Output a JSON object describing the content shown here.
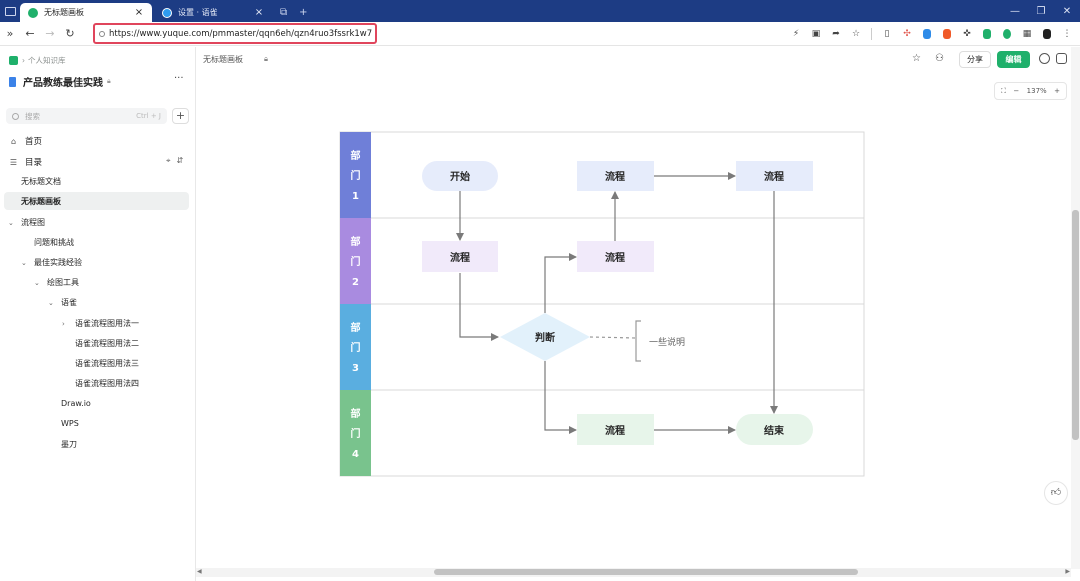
{
  "browser": {
    "tabs": [
      {
        "label": "无标题画板",
        "active": true
      },
      {
        "label": "设置 · 语雀",
        "active": false
      }
    ],
    "url": "https://www.yuque.com/pmmaster/qqn6eh/qzn4ruo3fssrk1w7"
  },
  "sidebar": {
    "breadcrumb": "个人知识库",
    "book_title": "产品教练最佳实践",
    "search_placeholder": "搜索",
    "search_shortcut": "Ctrl + J",
    "home": "首页",
    "toc": "目录",
    "items": [
      {
        "label": "无标题文档"
      },
      {
        "label": "无标题画板"
      },
      {
        "label": "流程图"
      },
      {
        "label": "问题和挑战"
      },
      {
        "label": "最佳实践经验"
      },
      {
        "label": "绘图工具"
      },
      {
        "label": "语雀"
      },
      {
        "label": "语雀流程图用法一"
      },
      {
        "label": "语雀流程图用法二"
      },
      {
        "label": "语雀流程图用法三"
      },
      {
        "label": "语雀流程图用法四"
      },
      {
        "label": "Draw.io"
      },
      {
        "label": "WPS"
      },
      {
        "label": "墨刀"
      }
    ]
  },
  "header": {
    "doc_title": "无标题画板",
    "share_label": "分享",
    "edit_label": "编辑"
  },
  "zoom": {
    "level": "137%"
  },
  "diagram": {
    "lanes": [
      "部门1",
      "部门2",
      "部门3",
      "部门4"
    ],
    "lane_colors": [
      "#6f7fd8",
      "#a98be0",
      "#5aaee0",
      "#79c38d"
    ],
    "nodes": {
      "start": "开始",
      "process": "流程",
      "decision": "判断",
      "end": "结束",
      "note": "一些说明"
    }
  }
}
